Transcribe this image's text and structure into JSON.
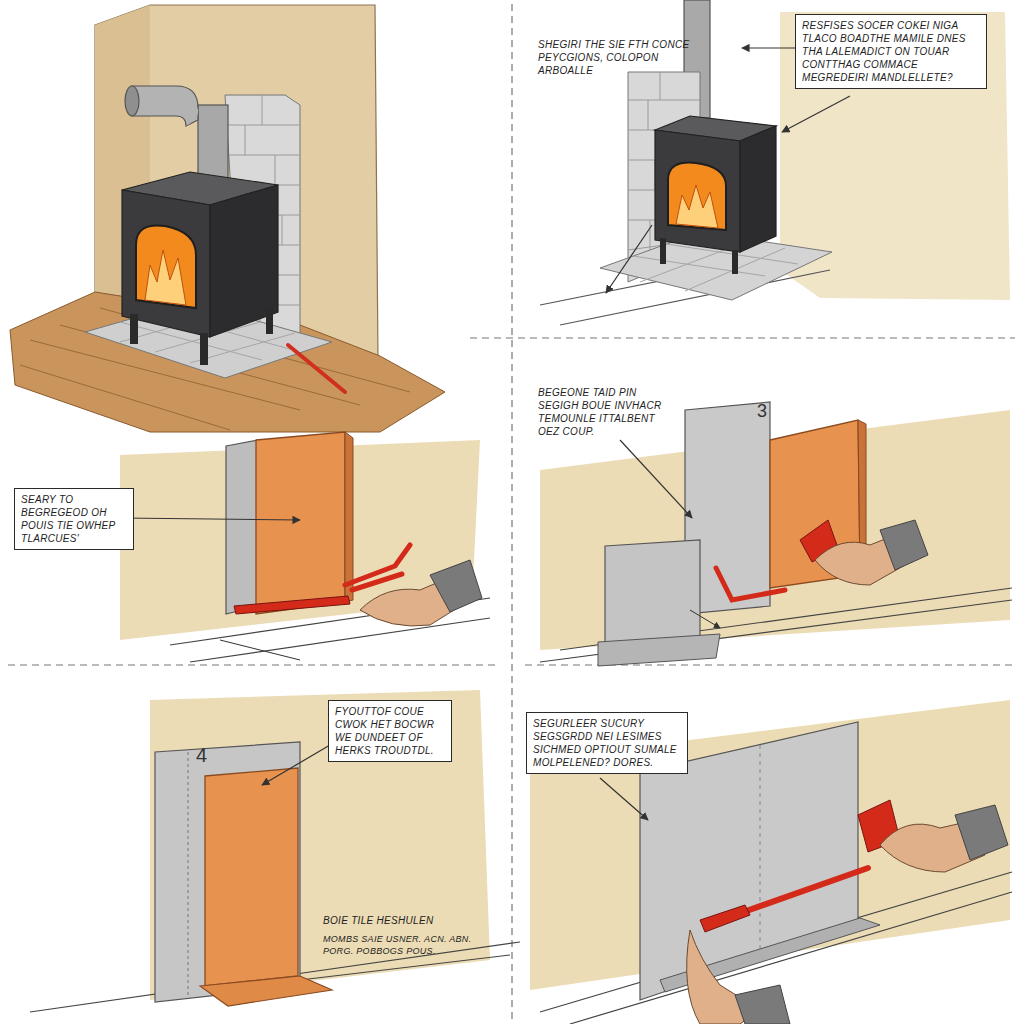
{
  "diagram": {
    "nodes": [
      {
        "text": [
          "RESFISES SOCER COKEI NIGA TLACO BOADTHE MAMILE DNES THA LALEMADICT ON TOUAR CONTTHAG COMMACE MEGREDEIRI MANDLELLETE?"
        ]
      },
      {
        "text": [
          "SEARY TO BEGREGEOD OH POUIS TIE OWHEP TLARCUES'"
        ]
      },
      {
        "text": [
          "FYOUTTOF COUE CWOK HET BOCWR WE DUNDEET OF HERKS TROUDTDL."
        ]
      },
      {
        "text": [
          "SEGURLEER SUCURY SEGSGRDD NEI LESIMES SICHMED OPTIOUT SUMALE MOLPELENED? DORES."
        ]
      }
    ],
    "labels": [
      "SHEGIRI THE SIE FTH CONCE PEYCGIONS, COLOPON ARBOALLE",
      "BEGEONE TAID PIN SEGIGH BOUE INVHACR TEMOUNLE ITTALBENT OEZ COUP.",
      "3",
      "4",
      "BOIE TILE HESHULEN",
      "MOMBS SAIE USNER. ACN. ABN. PORG. POBBOGS POUS."
    ]
  }
}
